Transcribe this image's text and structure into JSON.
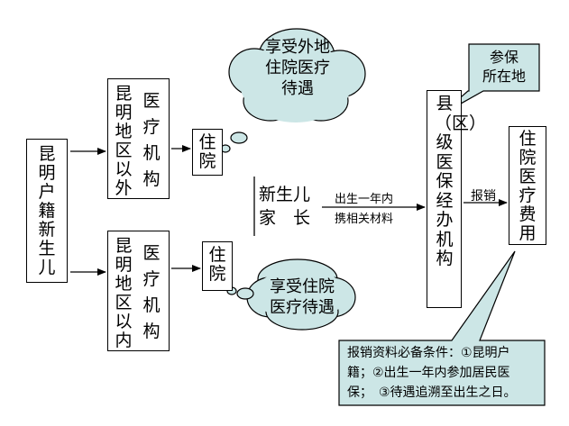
{
  "newborn_label": "昆明户籍新生儿",
  "outside_left": "昆明地区以外",
  "outside_right": "医疗机构",
  "inside_left": "昆明地区以内",
  "inside_right": "医疗机构",
  "hospital_top": "住院",
  "hospital_bottom": "住院",
  "cloud_top": [
    "享受外地",
    "住院医疗",
    "待遇"
  ],
  "cloud_bottom": [
    "享受住院",
    "医疗待遇"
  ],
  "guardian_line1": "新生儿",
  "guardian_line2": "家　长",
  "submit_line1": "出生一年内",
  "submit_line2": "携相关材料",
  "county_office": "县（区）级医保经办机构",
  "insured_location": [
    "参保",
    "所在地"
  ],
  "reimburse_label": "报销",
  "hospital_fee": "住院医疗费用",
  "conditions": [
    "报销资料必备条件：①昆明户",
    "籍；②出生一年内参加居民医",
    "保；　③待遇追溯至出生之日。"
  ],
  "colors": {
    "fill_teal": "#cce6e6",
    "stroke": "#000000"
  }
}
